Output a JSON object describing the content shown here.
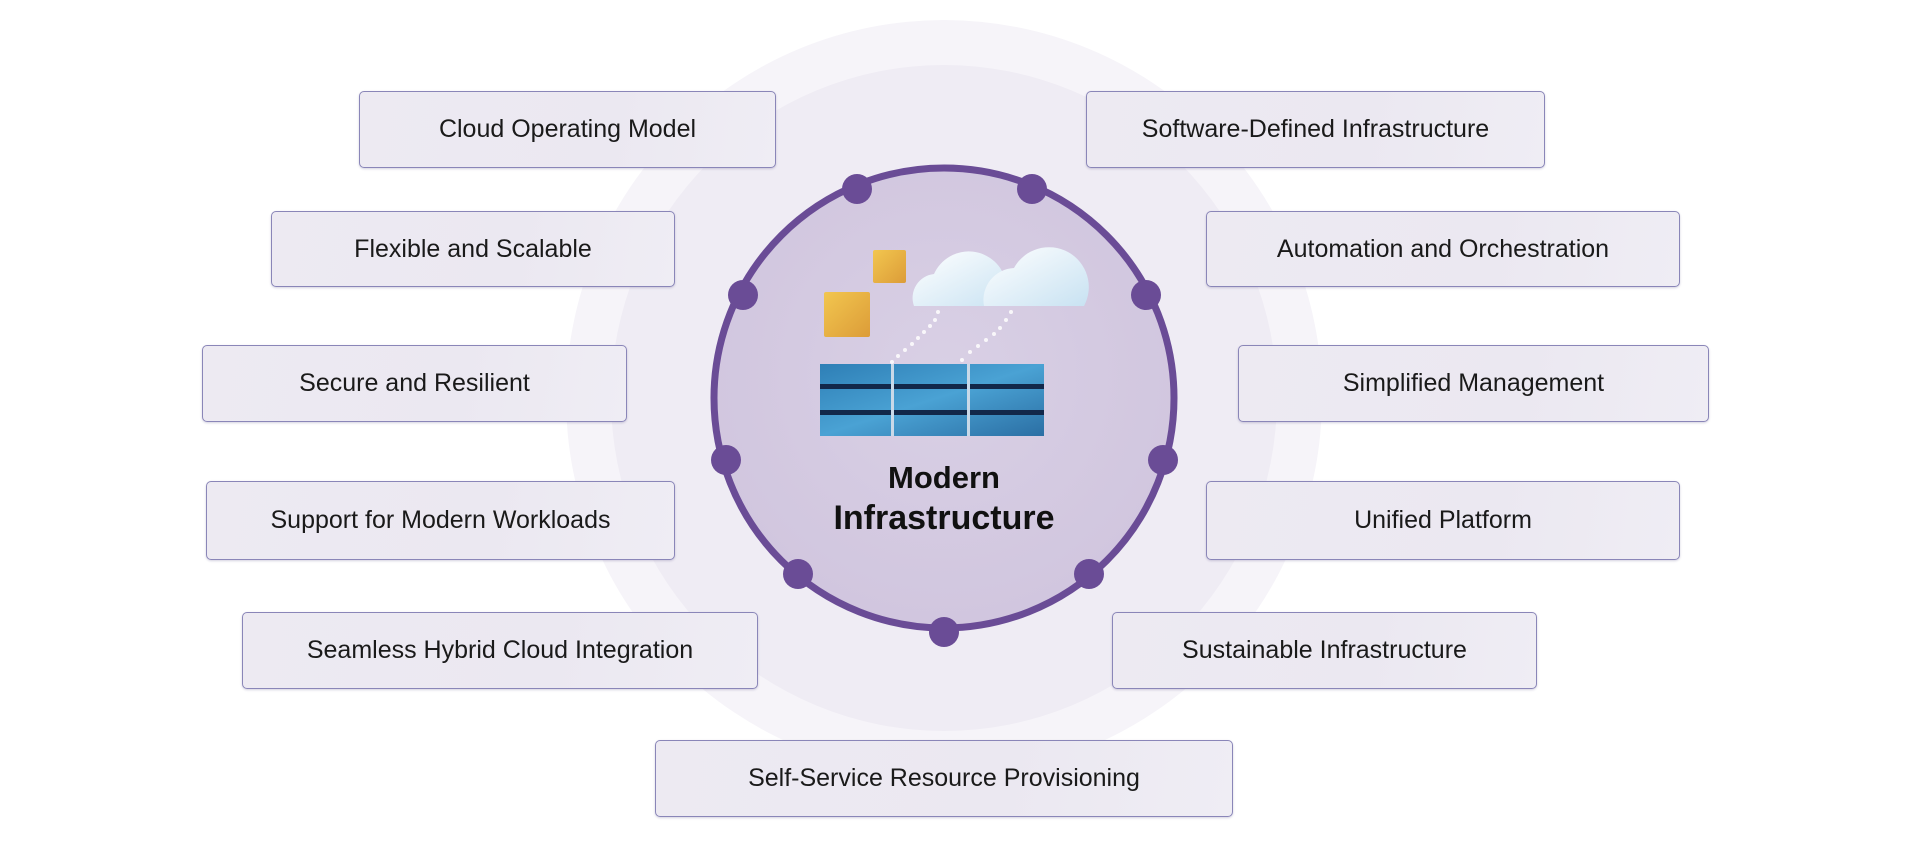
{
  "diagram": {
    "center_title_line1": "Modern",
    "center_title_line2": "Infrastructure",
    "center_icon": "cloud-server-icon",
    "colors": {
      "ring": "#6a4c96",
      "hub_fill": "#d6cce2",
      "box_border": "#8a86b8",
      "box_fill": "#ecE9f2",
      "server_blue": "#3a8fc4",
      "tile_gold": "#e8b544"
    },
    "left_items": [
      "Cloud Operating Model",
      "Flexible and Scalable",
      "Secure and Resilient",
      "Support for Modern Workloads",
      "Seamless Hybrid Cloud Integration"
    ],
    "right_items": [
      "Software-Defined Infrastructure",
      "Automation and Orchestration",
      "Simplified Management",
      "Unified Platform",
      "Sustainable Infrastructure"
    ],
    "bottom_item": "Self-Service Resource Provisioning"
  }
}
